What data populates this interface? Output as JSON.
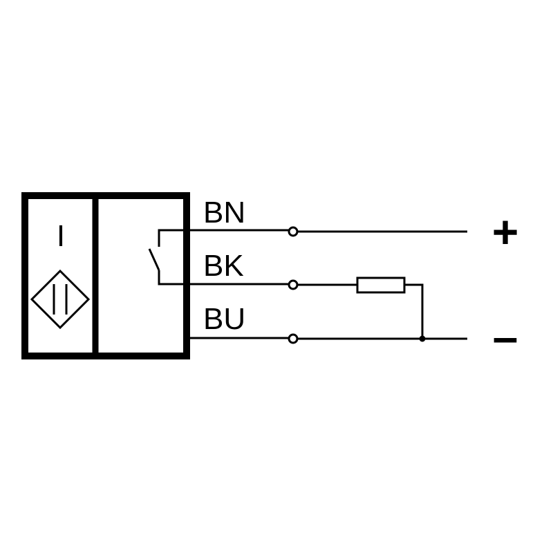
{
  "sensor": {
    "type_letter": "I"
  },
  "wires": {
    "brown": {
      "label": "BN"
    },
    "black": {
      "label": "BK"
    },
    "blue": {
      "label": "BU"
    }
  },
  "supply": {
    "positive_symbol": "+",
    "negative_symbol": "–"
  },
  "colors": {
    "stroke": "#000000",
    "background": "#ffffff"
  }
}
